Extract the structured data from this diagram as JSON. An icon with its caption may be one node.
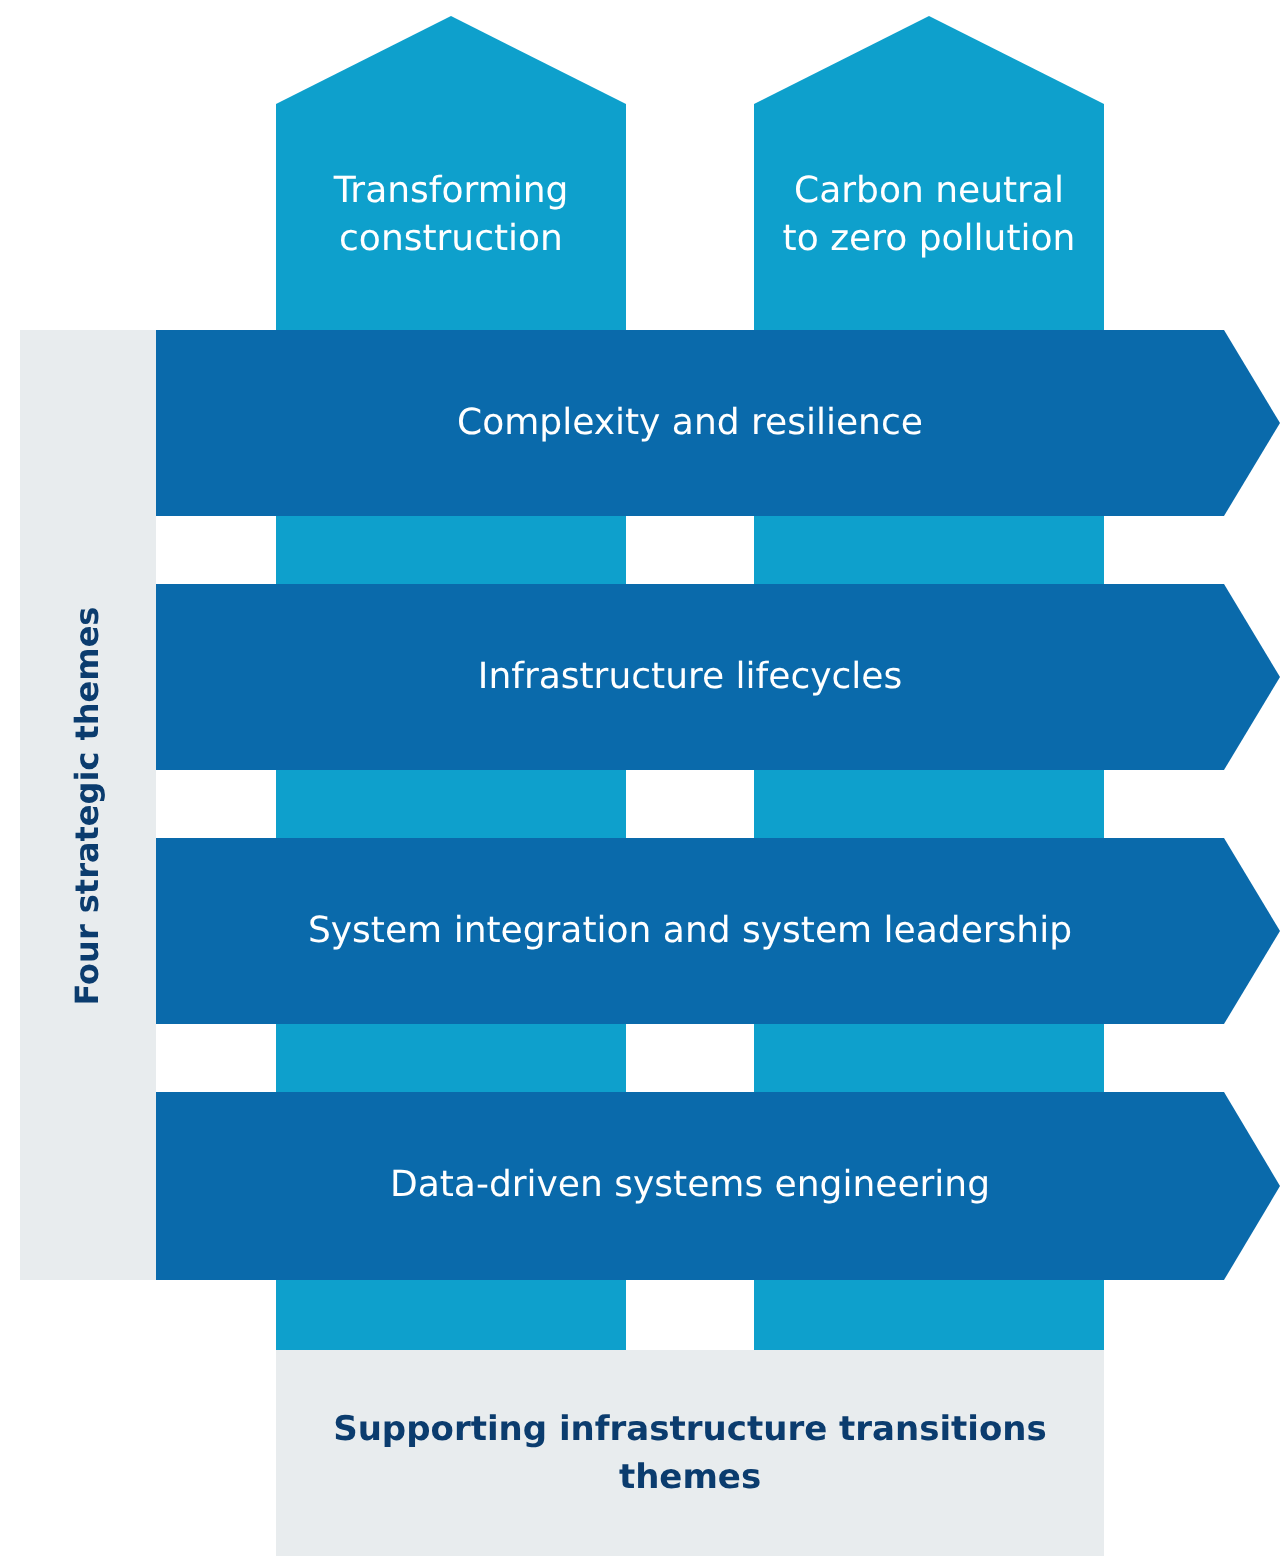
{
  "diagram": {
    "nodes": [
      {
        "text": [
          "Transforming construction"
        ]
      },
      {
        "text": [
          "Carbon neutral to zero pollution"
        ]
      },
      {
        "text": [
          "Four strategic themes"
        ]
      },
      {
        "text": [
          "Complexity and resilience"
        ]
      },
      {
        "text": [
          "Infrastructure lifecycles"
        ]
      },
      {
        "text": [
          "System integration and system leadership"
        ]
      },
      {
        "text": [
          "Data-driven systems engineering"
        ]
      },
      {
        "text": [
          "Supporting infrastructure transitions themes"
        ]
      }
    ]
  }
}
